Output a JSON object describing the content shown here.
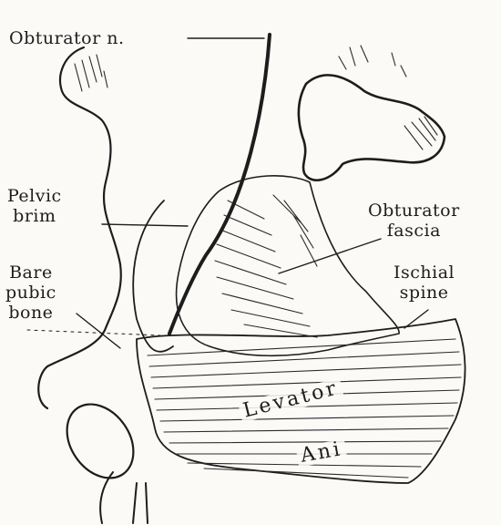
{
  "labels": {
    "obturator_nerve": "Obturator n.",
    "pelvic_brim": [
      "Pelvic",
      "brim"
    ],
    "bare_pubic_bone": [
      "Bare",
      "pubic",
      "bone"
    ],
    "obturator_fascia": [
      "Obturator",
      "fascia"
    ],
    "ischial_spine": [
      "Ischial",
      "spine"
    ],
    "levator": "Levator",
    "ani": "Ani"
  }
}
